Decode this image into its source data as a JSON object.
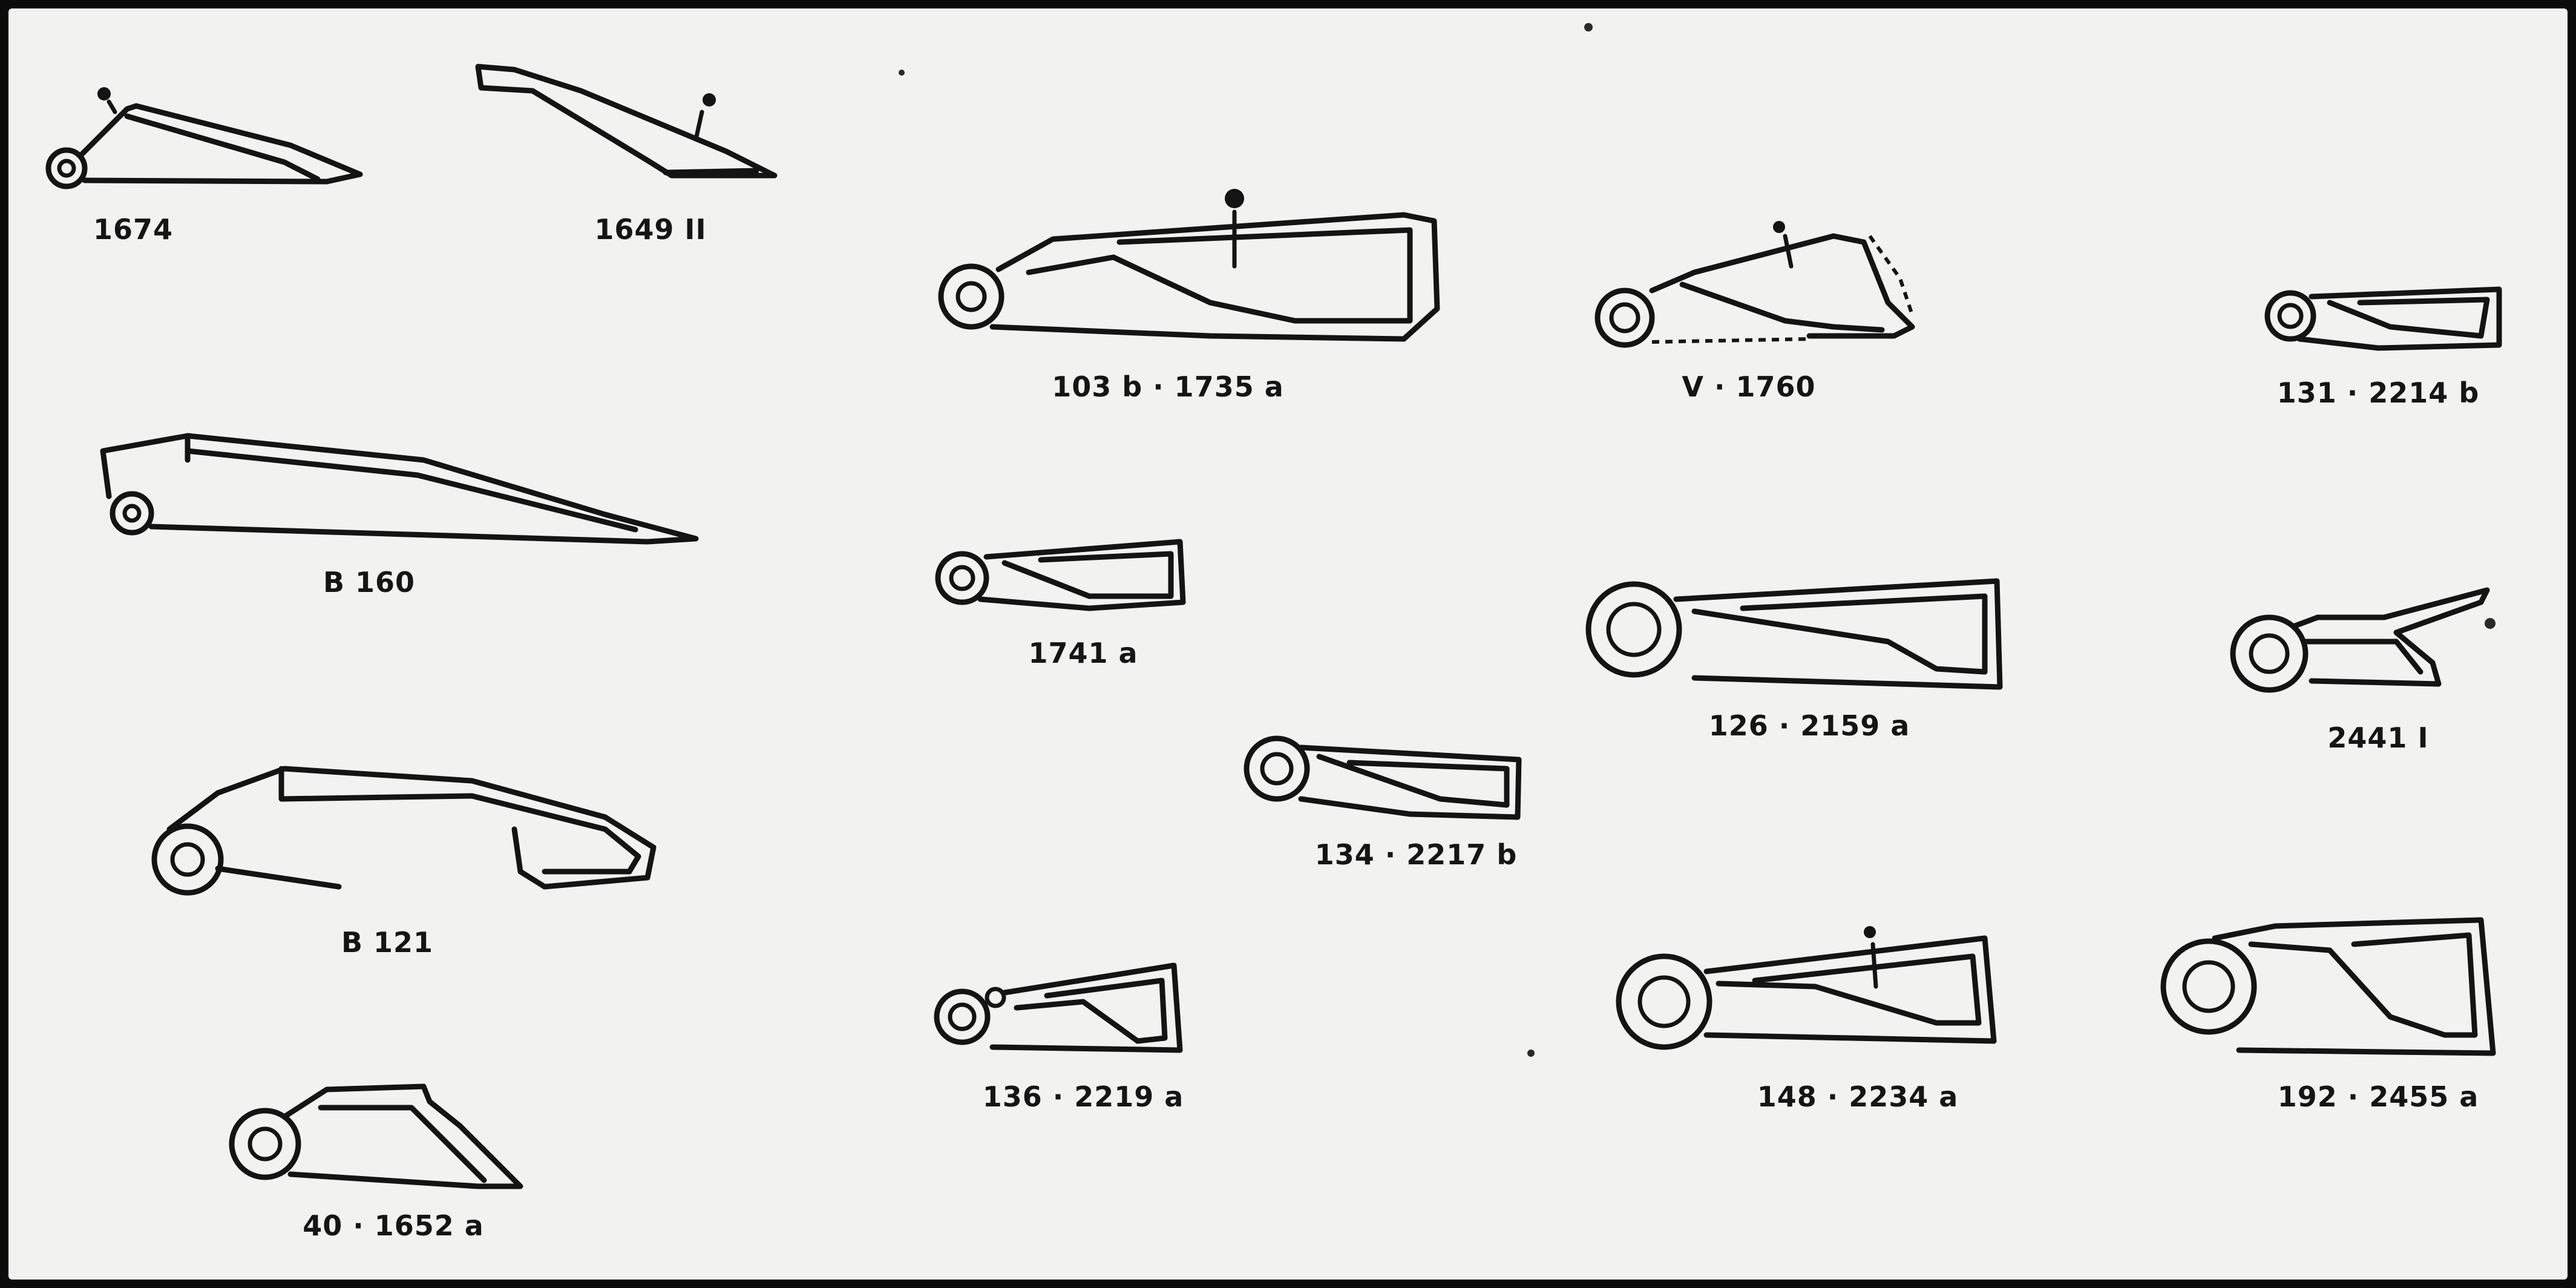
{
  "labels": {
    "f1674": "1674",
    "f1649": "1649 II",
    "f103": "103 b · 1735 a",
    "f1760": "V · 1760",
    "f131": "131 · 2214 b",
    "fb160": "B 160",
    "f1741": "1741 a",
    "f126": "126 · 2159 a",
    "f2441": "2441 I",
    "f134": "134 · 2217 b",
    "fb121": "B 121",
    "f136": "136 · 2219 a",
    "f148": "148 · 2234 a",
    "f192": "192 · 2455 a",
    "f40": "40 · 1652 a"
  }
}
